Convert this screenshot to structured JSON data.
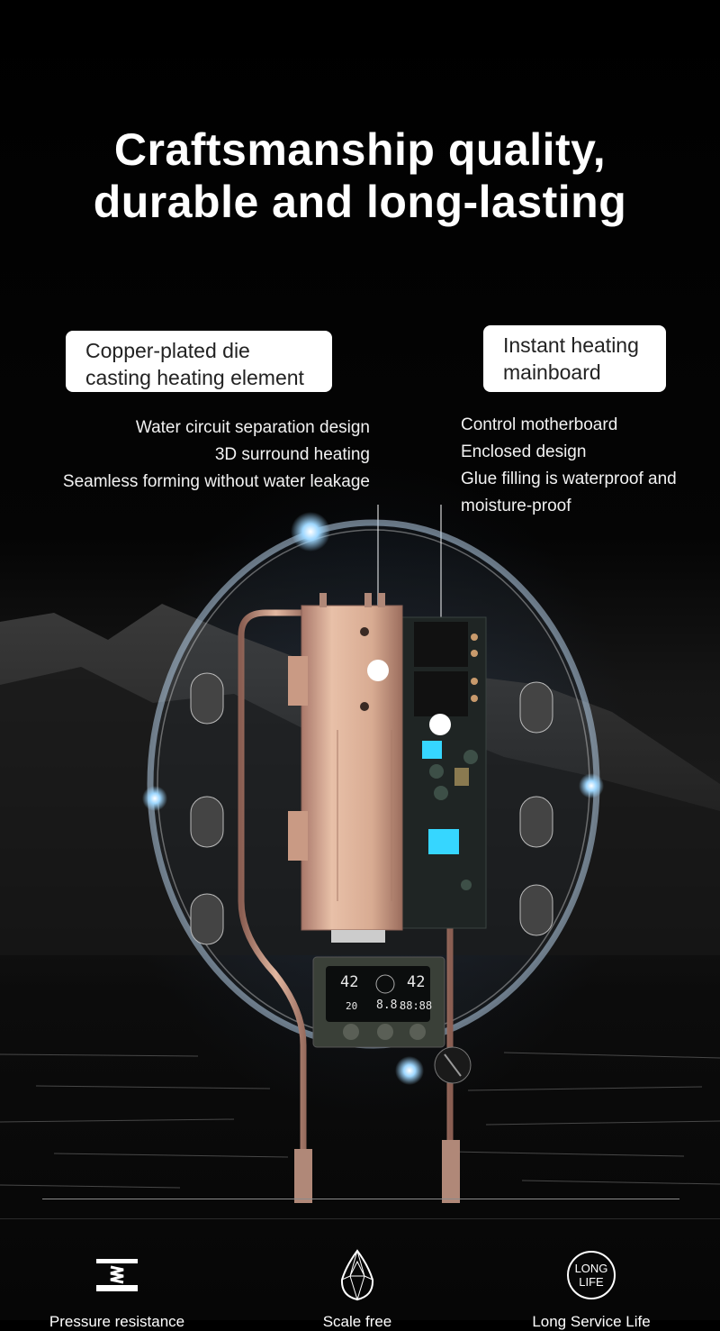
{
  "title": {
    "line1": "Craftsmanship quality,",
    "line2": "durable and long-lasting"
  },
  "callouts": {
    "left": {
      "label_line1": "Copper-plated die",
      "label_line2": "casting heating element",
      "features": [
        "Water circuit separation design",
        "3D surround heating",
        "Seamless forming without water leakage"
      ]
    },
    "right": {
      "label_line1": "Instant heating",
      "label_line2": "mainboard",
      "features": [
        "Control motherboard",
        "Enclosed design",
        "Glue filling is waterproof and",
        "moisture-proof"
      ]
    }
  },
  "display_panel": {
    "left_temp": "42",
    "right_temp": "42",
    "small_left": "20",
    "small_mid": "8.8.",
    "small_right": "88:88"
  },
  "bottom_features": [
    {
      "icon": "spring-icon",
      "label": "Pressure resistance"
    },
    {
      "icon": "diamond-icon",
      "label": "Scale free"
    },
    {
      "icon": "long-life-badge-icon",
      "label": "Long Service Life",
      "badge_line1": "LONG",
      "badge_line2": "LIFE"
    }
  ],
  "colors": {
    "accent_glow": "#bfe6ff",
    "copper": "#d9a88b",
    "chip_cyan": "#36d6ff"
  }
}
